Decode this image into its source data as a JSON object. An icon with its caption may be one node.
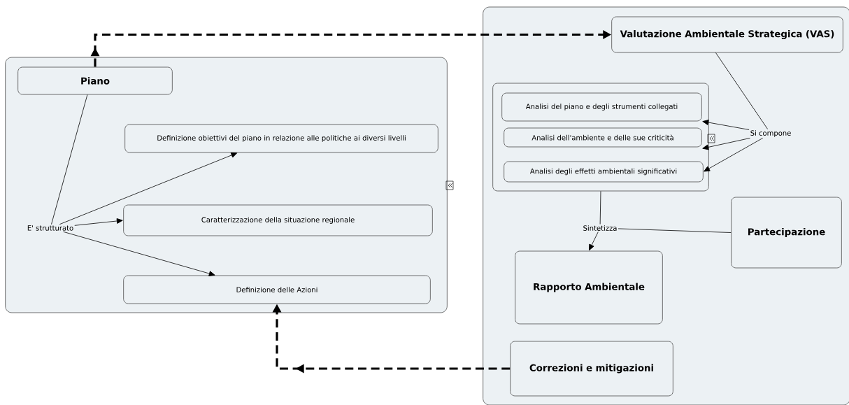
{
  "diagram": {
    "nodes": [
      {
        "text": [],
        "shape": "box"
      },
      {
        "text": [
          "Piano"
        ],
        "in": 0
      },
      {
        "text": [
          "E' strutturato"
        ],
        "in": 0
      },
      {
        "text": [
          "Definizione obiettivi del piano in relazione alle politiche ai diversi livelli"
        ],
        "in": 0
      },
      {
        "text": [
          "Caratterizzazione della situazione regionale"
        ],
        "in": 0
      },
      {
        "text": [
          "Definizione delle Azioni"
        ],
        "in": 0
      },
      {
        "text": [],
        "shape": "box"
      },
      {
        "text": [
          "Valutazione Ambientale Strategica (VAS)"
        ],
        "in": 6
      },
      {
        "text": [],
        "shape": "box",
        "in": 6
      },
      {
        "text": [
          "Analisi del piano e degli strumenti collegati"
        ],
        "in": 8
      },
      {
        "text": [
          "Analisi dell'ambiente e delle sue criticità"
        ],
        "in": 8
      },
      {
        "text": [
          "Analisi degli effetti ambientali significativi"
        ],
        "in": 8
      },
      {
        "text": [
          "Si compone"
        ],
        "in": 6
      },
      {
        "text": [
          "Sintetizza"
        ],
        "in": 6
      },
      {
        "text": [
          "Rapporto Ambientale"
        ],
        "in": 6
      },
      {
        "text": [
          "Partecipazione"
        ],
        "in": 6
      },
      {
        "text": [
          "Correzioni e mitigazioni"
        ],
        "in": 6
      }
    ],
    "edges": [
      {
        "from": 1,
        "to": 7,
        "arrow": "to",
        "style": "dashed"
      },
      {
        "from": 16,
        "to": 5,
        "arrow": "to",
        "style": "dashed"
      },
      {
        "from": 1,
        "to": 2,
        "arrow": "none"
      },
      {
        "from": 2,
        "to": 3,
        "arrow": "to"
      },
      {
        "from": 2,
        "to": 4,
        "arrow": "to"
      },
      {
        "from": 2,
        "to": 5,
        "arrow": "to"
      },
      {
        "from": 7,
        "to": 12,
        "arrow": "none"
      },
      {
        "from": 12,
        "to": 9,
        "arrow": "to"
      },
      {
        "from": 12,
        "to": 10,
        "arrow": "to"
      },
      {
        "from": 12,
        "to": 11,
        "arrow": "to"
      },
      {
        "from": 8,
        "to": 13,
        "arrow": "none"
      },
      {
        "from": 13,
        "to": 14,
        "arrow": "to"
      },
      {
        "from": 15,
        "to": 13,
        "arrow": "none"
      }
    ]
  }
}
